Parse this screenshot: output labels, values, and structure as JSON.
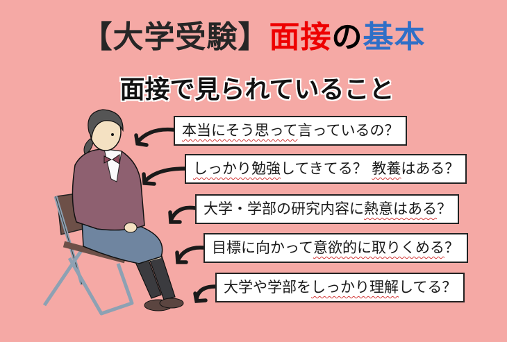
{
  "title": {
    "segments": [
      {
        "text": "【大学受験】",
        "color": "#262626"
      },
      {
        "text": "面接",
        "color": "#ee0000"
      },
      {
        "text": "の",
        "color": "#000000"
      },
      {
        "text": "基本",
        "color": "#2f6fc7"
      }
    ],
    "part1": "【大学受験】",
    "part2": "面接",
    "part3": "の",
    "part4": "基本"
  },
  "subtitle": "面接で見られていること",
  "questions": [
    {
      "plain_before": "",
      "underlined": "本当にそう思って",
      "plain_after": "言っているの？"
    },
    {
      "plain_before": "",
      "underlined": "しっかり勉強",
      "plain_after": "してきてる？ ",
      "underlined2": "教養",
      "plain_after2": "はある？"
    },
    {
      "plain_before": "大学・学部の研究内容に",
      "underlined": "熱意はある",
      "plain_after": "？"
    },
    {
      "plain_before": "目標に向かって",
      "underlined": "意欲的に取りくめる",
      "plain_after": "？"
    },
    {
      "plain_before": "大学や学部を",
      "underlined": "しっかり理解",
      "plain_after": "してる？"
    }
  ],
  "illustration": {
    "subject": "student-in-blazer-seated-on-folding-chair",
    "arrow_count": 5
  },
  "colors": {
    "background": "#f5a9a5",
    "underline": "#d33a3a",
    "blazer": "#8e6070",
    "skirt": "#6f85a0",
    "chair_frame": "#8da1b3",
    "chair_seat": "#6d5048"
  }
}
